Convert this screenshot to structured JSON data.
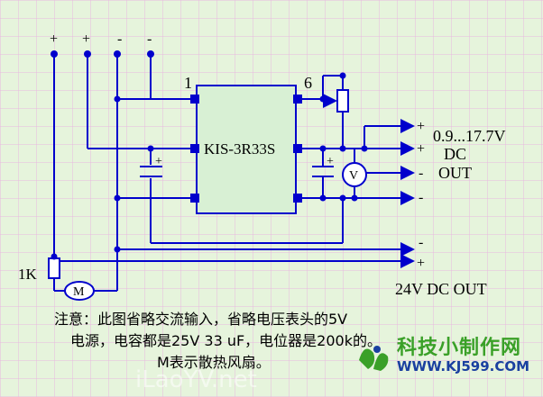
{
  "terminals_top": [
    "+",
    "+",
    "-",
    "-"
  ],
  "chip": {
    "label": "KIS-3R33S",
    "pin1": "1",
    "pin6": "6"
  },
  "outputs": {
    "signs": [
      "+",
      "+",
      "-",
      "-",
      "-",
      "+"
    ],
    "range": "0.9...17.7V",
    "dc": "DC",
    "out": "OUT",
    "out24": "24V DC OUT"
  },
  "resistor_label": "1K",
  "cap_plus": "+",
  "meter_symbol": "V",
  "motor_symbol": "M",
  "note": {
    "line1": "注意：此图省略交流输入，省略电压表头的5V",
    "line2": "电源，电容都是25V 33 uF，电位器是200k的。",
    "line3": "M表示散热风扇。"
  },
  "watermark": {
    "site_cn": "科技小制作网",
    "site_url": "WWW.KJ599.COM",
    "faint": "iLaoYV.net"
  },
  "colors": {
    "background": "#e6f4dc",
    "grid": "#e8b8e0",
    "wire": "#0000cc",
    "chip_fill": "#d8f0d4",
    "watermark_green": "#3aa028",
    "watermark_blue": "#1a3fa0"
  }
}
